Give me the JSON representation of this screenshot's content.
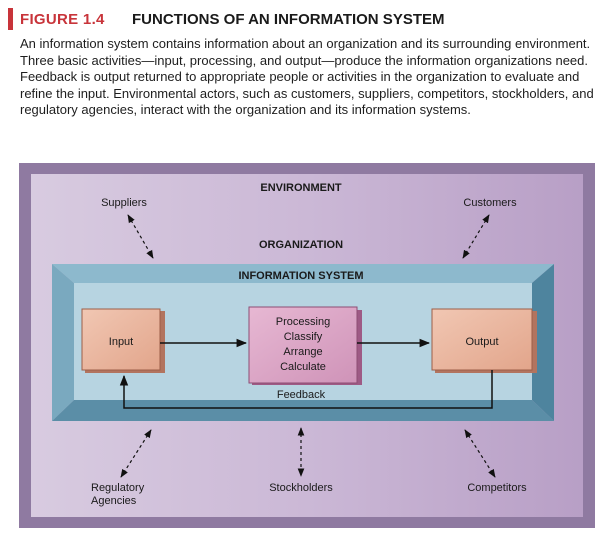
{
  "figure": {
    "number": "FIGURE 1.4",
    "title": "FUNCTIONS OF AN INFORMATION SYSTEM",
    "caption": "An information system contains information about an organization and its surrounding environment. Three basic activities—input, processing, and output—produce the information organizations need. Feedback is output returned to appropriate people or activities in the organization to evaluate and refine the input. Environmental actors, such as customers, suppliers, competitors, stockholders, and regulatory agencies, interact with the organization and its information systems."
  },
  "diagram": {
    "environment_label": "ENVIRONMENT",
    "organization_label": "ORGANIZATION",
    "information_system_label": "INFORMATION SYSTEM",
    "input_label": "Input",
    "processing_lines": [
      "Processing",
      "Classify",
      "Arrange",
      "Calculate"
    ],
    "output_label": "Output",
    "feedback_label": "Feedback",
    "actors": {
      "suppliers": "Suppliers",
      "customers": "Customers",
      "regulatory_agencies": [
        "Regulatory",
        "Agencies"
      ],
      "stockholders": "Stockholders",
      "competitors": "Competitors"
    }
  },
  "colors": {
    "accent_red": "#c8343a",
    "environment_fill": "#c9b4d4",
    "is_outer": "#5f94ad",
    "is_inner": "#b7d4e1",
    "io_box": "#eab49c",
    "processing_box": "#d9a3c4"
  }
}
